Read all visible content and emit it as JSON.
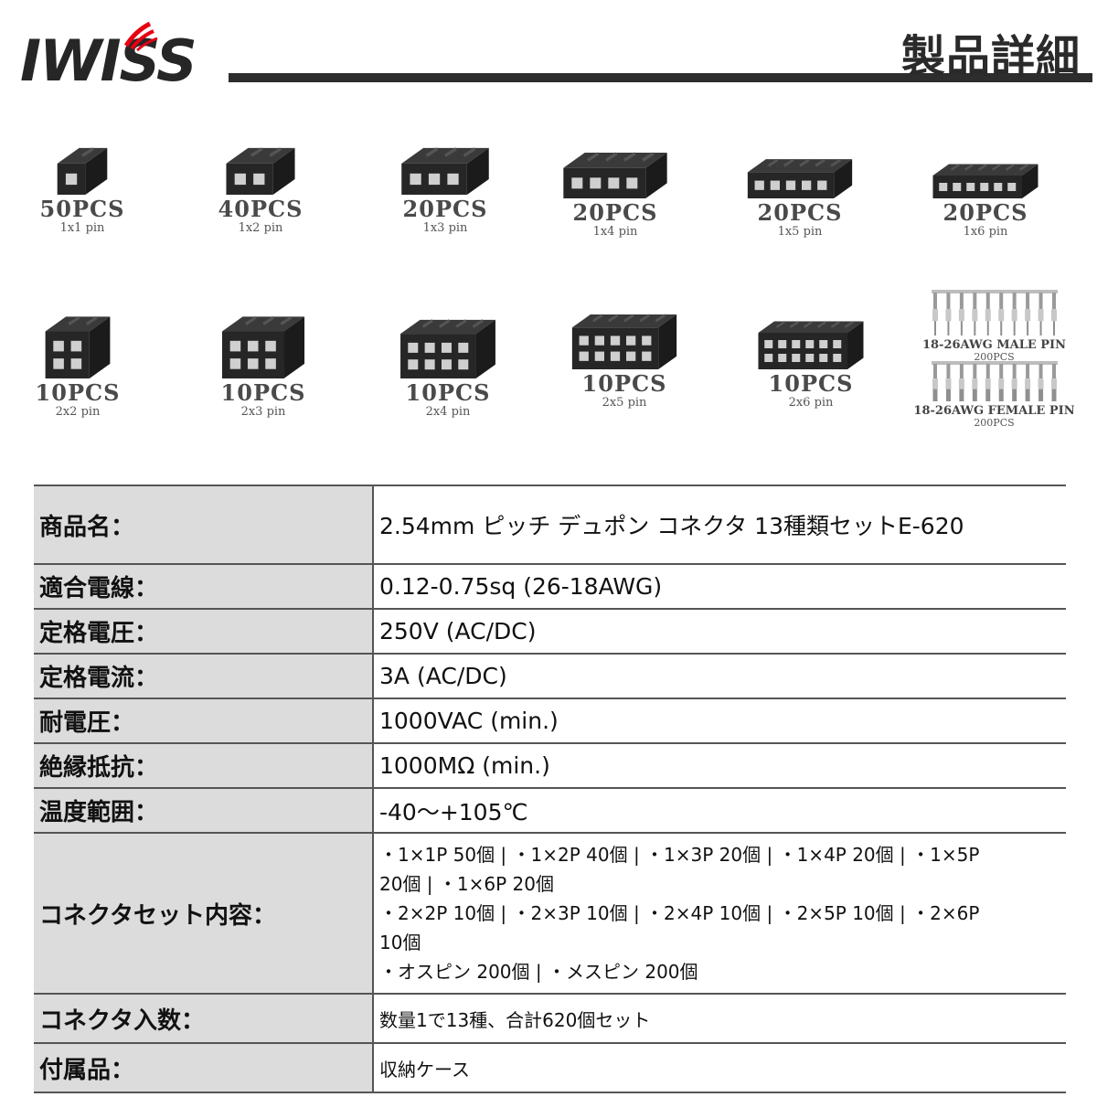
{
  "brand": {
    "logo_text": "IWISS"
  },
  "header": {
    "title": "製品詳細"
  },
  "products": [
    {
      "qty": "50PCS",
      "pin": "1x1 pin",
      "rows": 1,
      "cols": 1
    },
    {
      "qty": "40PCS",
      "pin": "1x2 pin",
      "rows": 1,
      "cols": 2
    },
    {
      "qty": "20PCS",
      "pin": "1x3 pin",
      "rows": 1,
      "cols": 3
    },
    {
      "qty": "20PCS",
      "pin": "1x4 pin",
      "rows": 1,
      "cols": 4
    },
    {
      "qty": "20PCS",
      "pin": "1x5 pin",
      "rows": 1,
      "cols": 5
    },
    {
      "qty": "20PCS",
      "pin": "1x6 pin",
      "rows": 1,
      "cols": 6
    },
    {
      "qty": "10PCS",
      "pin": "2x2 pin",
      "rows": 2,
      "cols": 2
    },
    {
      "qty": "10PCS",
      "pin": "2x3 pin",
      "rows": 2,
      "cols": 3
    },
    {
      "qty": "10PCS",
      "pin": "2x4 pin",
      "rows": 2,
      "cols": 4
    },
    {
      "qty": "10PCS",
      "pin": "2x5 pin",
      "rows": 2,
      "cols": 5
    },
    {
      "qty": "10PCS",
      "pin": "2x6 pin",
      "rows": 2,
      "cols": 6
    }
  ],
  "terminals": [
    {
      "label": "18-26AWG MALE PIN",
      "qty": "200PCS"
    },
    {
      "label": "18-26AWG  FEMALE PIN",
      "qty": "200PCS"
    }
  ],
  "spec": {
    "product_name": {
      "label": "商品名：",
      "value": "2.54mm ピッチ デュポン コネクタ 13種類セットE-620"
    },
    "wire": {
      "label": "適合電線：",
      "value": "0.12-0.75sq (26-18AWG)"
    },
    "voltage": {
      "label": "定格電圧：",
      "value": "250V (AC/DC)"
    },
    "current": {
      "label": "定格電流：",
      "value": "3A (AC/DC)"
    },
    "withstand": {
      "label": "耐電圧：",
      "value": "1000VAC (min.)"
    },
    "insulation": {
      "label": "絶縁抵抗：",
      "value": "1000MΩ (min.)"
    },
    "temperature": {
      "label": "温度範囲：",
      "value": "-40～+105℃"
    },
    "set_contents": {
      "label": "コネクタセット内容：",
      "lines": [
        "・1×1P 50個 | ・1×2P 40個 | ・1×3P 20個 | ・1×4P 20個 | ・1×5P",
        "20個 | ・1×6P 20個",
        "・2×2P 10個 | ・2×3P 10個 | ・2×4P 10個 | ・2×5P 10個 | ・2×6P",
        "10個",
        "・オスピン 200個 | ・メスピン 200個"
      ]
    },
    "count": {
      "label": "コネクタ入数：",
      "value": "数量1で13種、合計620個セット"
    },
    "accessory": {
      "label": "付属品：",
      "value": "収納ケース"
    }
  }
}
